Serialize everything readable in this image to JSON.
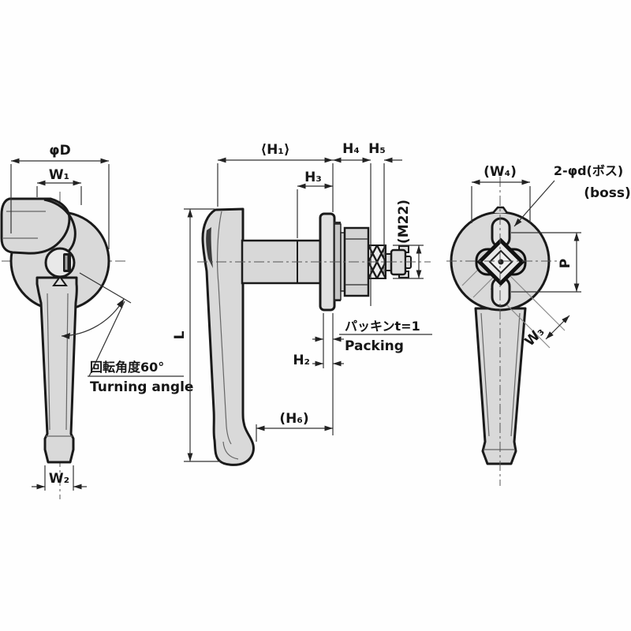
{
  "drawing": {
    "type": "engineering-3view",
    "subject": "L-handle lock with flange, nut and threaded spindle",
    "labels": {
      "front": {
        "phi_d": "φD",
        "w1": "W₁",
        "w2": "W₂",
        "turning_jp": "回転角度60°",
        "turning_en": "Turning angle"
      },
      "side": {
        "h1": "⟨H₁⟩",
        "h3": "H₃",
        "h4": "H₄",
        "h5": "H₅",
        "m22": "(M22)",
        "l": "L",
        "h2": "H₂",
        "h6": "(H₆)",
        "packing_jp": "パッキンt=1",
        "packing_en": "Packing"
      },
      "rear": {
        "w4": "(W₄)",
        "boss_jp": "2-φd(ボス)",
        "boss_en": "(boss)",
        "p": "P",
        "w3": "W₃"
      }
    },
    "colors": {
      "line": "#1a1a1a",
      "metal_fill": "#d9d9d9",
      "background": "#fefefe"
    }
  }
}
